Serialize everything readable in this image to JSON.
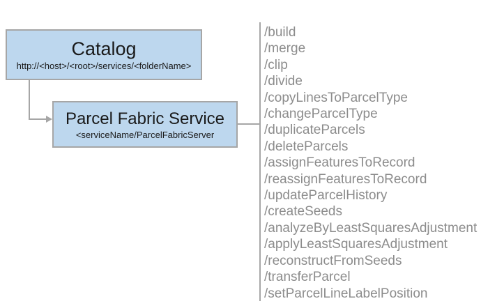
{
  "catalog": {
    "title": "Catalog",
    "subtitle": "http://<host>/<root>/services/<folderName>"
  },
  "service": {
    "title": "Parcel Fabric Service",
    "subtitle": "<serviceName/ParcelFabricServer"
  },
  "endpoints": [
    "/build",
    "/merge",
    "/clip",
    "/divide",
    "/copyLinesToParcelType",
    "/changeParcelType",
    "/duplicateParcels",
    "/deleteParcels",
    "/assignFeaturesToRecord",
    "/reassignFeaturesToRecord",
    "/updateParcelHistory",
    "/createSeeds",
    "/analyzeByLeastSquaresAdjustment",
    "/applyLeastSquaresAdjustment",
    "/reconstructFromSeeds",
    "/transferParcel",
    "/setParcelLineLabelPosition"
  ],
  "colors": {
    "box_fill": "#BDD7EE",
    "box_border": "#A6A6A6",
    "connector": "#A6A6A6",
    "endpoint_text": "#8C8C8C",
    "title_text": "#1A1A1A"
  }
}
